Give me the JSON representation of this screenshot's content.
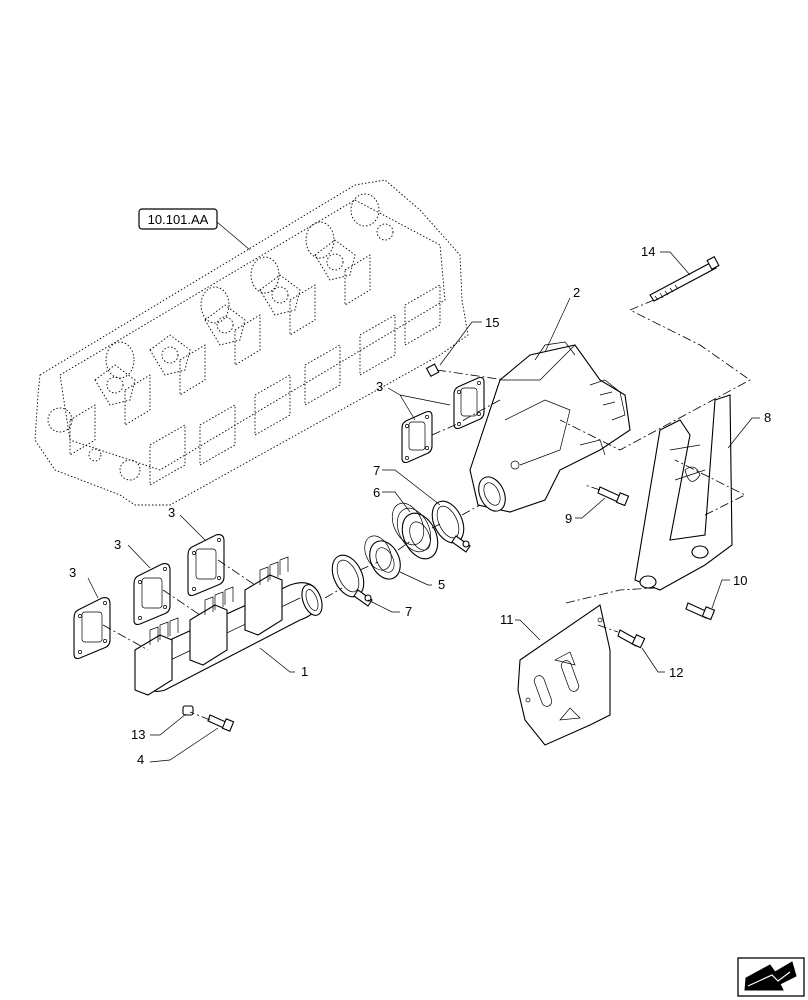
{
  "reference_box": {
    "label": "10.101.AA"
  },
  "callouts": [
    {
      "id": "c1",
      "label": "1"
    },
    {
      "id": "c2",
      "label": "2"
    },
    {
      "id": "c3a",
      "label": "3"
    },
    {
      "id": "c3b",
      "label": "3"
    },
    {
      "id": "c3c",
      "label": "3"
    },
    {
      "id": "c3d",
      "label": "3"
    },
    {
      "id": "c4",
      "label": "4"
    },
    {
      "id": "c5",
      "label": "5"
    },
    {
      "id": "c6",
      "label": "6"
    },
    {
      "id": "c7a",
      "label": "7"
    },
    {
      "id": "c7b",
      "label": "7"
    },
    {
      "id": "c8",
      "label": "8"
    },
    {
      "id": "c9",
      "label": "9"
    },
    {
      "id": "c10",
      "label": "10"
    },
    {
      "id": "c11",
      "label": "11"
    },
    {
      "id": "c12",
      "label": "12"
    },
    {
      "id": "c13",
      "label": "13"
    },
    {
      "id": "c14",
      "label": "14"
    },
    {
      "id": "c15",
      "label": "15"
    }
  ],
  "icons": {
    "nav_arrow": "arrow-icon"
  }
}
